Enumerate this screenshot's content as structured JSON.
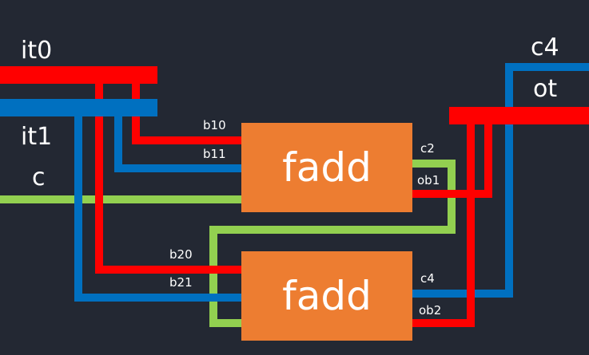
{
  "colors": {
    "background": "#232833",
    "red": "#ff0000",
    "blue": "#0070c0",
    "green": "#92d050",
    "block": "#ed7d31"
  },
  "inputs": {
    "it0": "it0",
    "it1": "it1",
    "c": "c"
  },
  "outputs": {
    "c4": "c4",
    "ot": "ot"
  },
  "blocks": [
    {
      "name": "fadd",
      "ports": {
        "b10": "b10",
        "b11": "b11",
        "c2": "c2",
        "ob1": "ob1"
      }
    },
    {
      "name": "fadd",
      "ports": {
        "b20": "b20",
        "b21": "b21",
        "c4": "c4",
        "ob2": "ob2"
      }
    }
  ]
}
